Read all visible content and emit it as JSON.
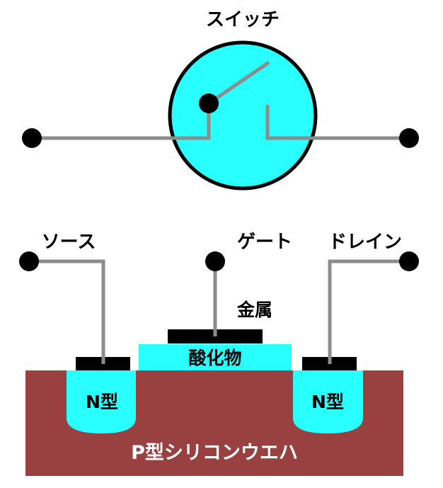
{
  "switch": {
    "title": "スイッチ"
  },
  "mosfet": {
    "source_label": "ソース",
    "gate_label": "ゲート",
    "drain_label": "ドレイン",
    "metal_label": "金属",
    "oxide_label": "酸化物",
    "n_left_label": "N型",
    "n_right_label": "N型",
    "substrate_label": "P型シリコンウエハ"
  },
  "colors": {
    "cyan": "#2affff",
    "substrate": "#994040",
    "wire": "#8c8c8c",
    "black": "#000000",
    "substrate_text": "#ffffff"
  }
}
